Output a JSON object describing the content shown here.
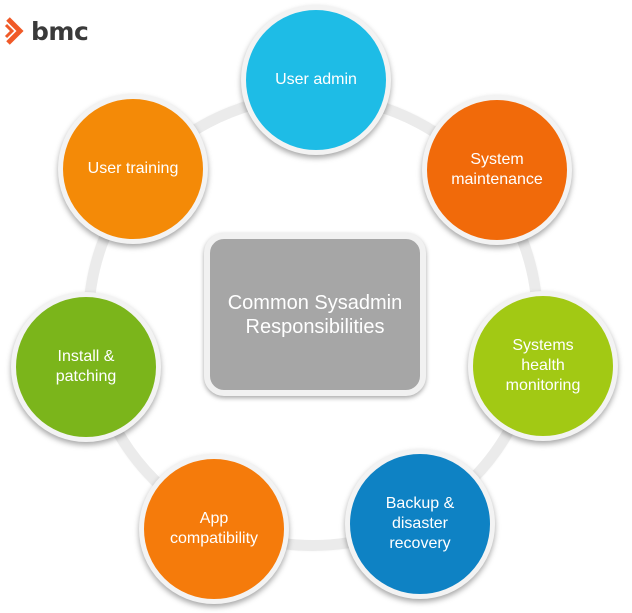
{
  "logo": {
    "text": "bmc",
    "mark_color": "#f05a28",
    "text_color": "#3a3a3a",
    "icon": "bmc-chevron-icon"
  },
  "center": {
    "label": "Common Sysadmin\nResponsibilities",
    "color": "#a6a6a6"
  },
  "nodes": [
    {
      "label": "User admin",
      "color": "#1ebce6"
    },
    {
      "label": "System\nmaintenance",
      "color": "#f16a0a"
    },
    {
      "label": "Systems\nhealth\nmonitoring",
      "color": "#a2c914"
    },
    {
      "label": "Backup &\ndisaster\nrecovery",
      "color": "#0e82c4"
    },
    {
      "label": "App\ncompatibility",
      "color": "#f57b0b"
    },
    {
      "label": "Install &\npatching",
      "color": "#7bb51b"
    },
    {
      "label": "User training",
      "color": "#f48a07"
    }
  ]
}
